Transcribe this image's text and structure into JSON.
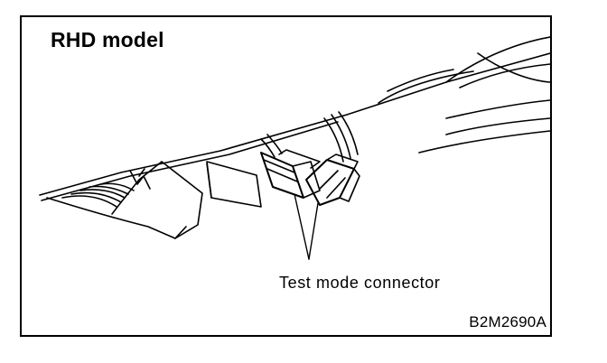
{
  "diagram": {
    "title": "RHD model",
    "callout_label": "Test mode connector",
    "figure_code": "B2M2690A"
  },
  "colors": {
    "ink": "#000000",
    "paper": "#ffffff"
  },
  "icons": {
    "connector": "test-mode-connector-icon",
    "panel": "dashboard-lower-panel-icon"
  }
}
